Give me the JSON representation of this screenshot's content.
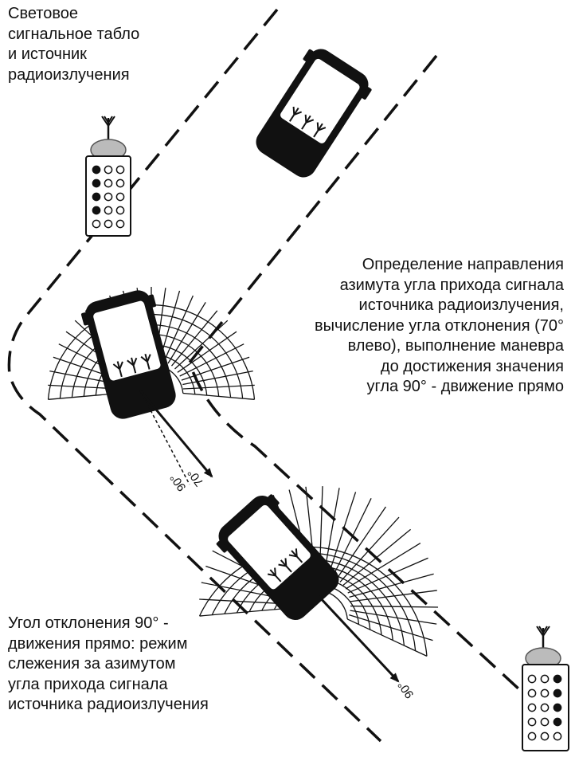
{
  "captions": {
    "top_left": [
      "Световое",
      "сигнальное табло",
      "и источник",
      "радиоизлучения"
    ],
    "right": [
      "Определение направления",
      "азимута угла прихода сигнала",
      "источника радиоизлучения,",
      "вычисление угла отклонения (70°",
      "влево), выполнение маневра",
      "до достижения значения",
      "угла 90° - движение прямо"
    ],
    "bottom_left": [
      "Угол отклонения 90° -",
      "движения прямо: режим",
      "слежения за азимутом",
      "угла прихода сигнала",
      "источника радиоизлучения"
    ]
  },
  "angle_labels": {
    "car2_deviation": "70°",
    "car2_target": "90°",
    "car3_target": "90°"
  },
  "beacons": {
    "top_left": {
      "lamps": [
        [
          true,
          false,
          false
        ],
        [
          true,
          false,
          false
        ],
        [
          true,
          false,
          false
        ],
        [
          true,
          false,
          false
        ],
        [
          false,
          false,
          false
        ]
      ]
    },
    "bottom_right": {
      "lamps": [
        [
          false,
          false,
          true
        ],
        [
          false,
          false,
          true
        ],
        [
          false,
          false,
          true
        ],
        [
          false,
          false,
          true
        ],
        [
          false,
          false,
          false
        ]
      ]
    }
  }
}
